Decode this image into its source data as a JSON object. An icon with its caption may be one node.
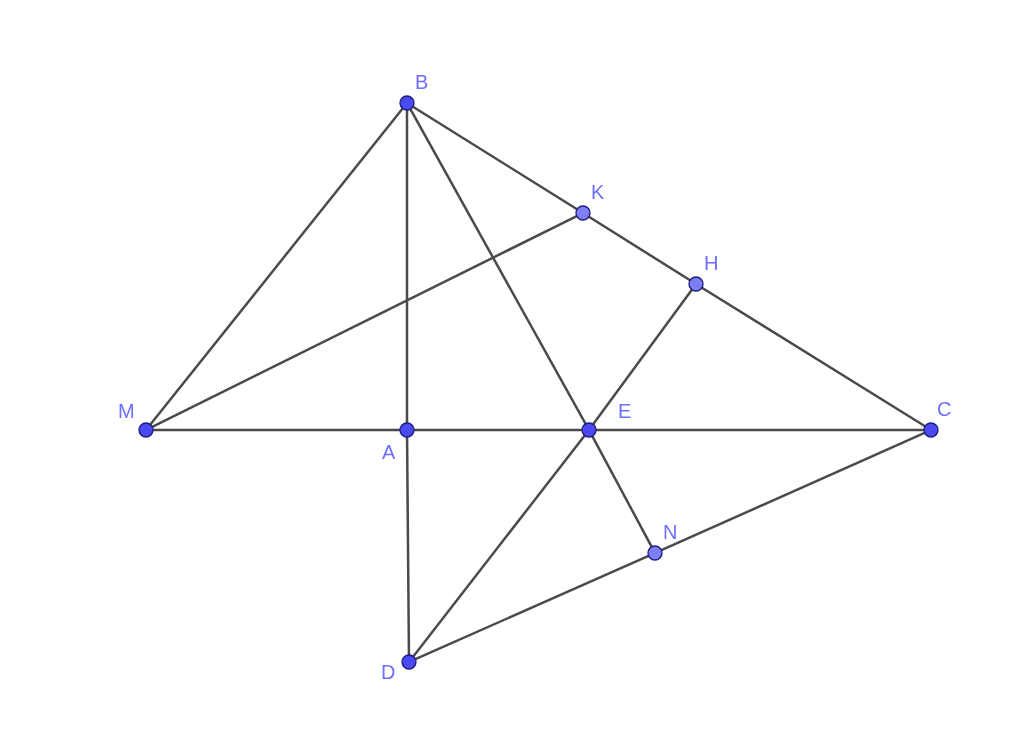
{
  "diagram": {
    "nodes": [
      {
        "text": [],
        "shape": "circle",
        "beside": [
          "B"
        ]
      },
      {
        "text": [],
        "shape": "circle",
        "beside": [
          "K"
        ]
      },
      {
        "text": [],
        "shape": "circle",
        "beside": [
          "H"
        ]
      },
      {
        "text": [],
        "shape": "circle",
        "beside": [
          "M"
        ]
      },
      {
        "text": [],
        "shape": "circle",
        "beside": [
          "A"
        ]
      },
      {
        "text": [],
        "shape": "circle",
        "beside": [
          "E"
        ]
      },
      {
        "text": [],
        "shape": "circle",
        "beside": [
          "C"
        ]
      },
      {
        "text": [],
        "shape": "circle",
        "beside": [
          "N"
        ]
      },
      {
        "text": [],
        "shape": "circle",
        "beside": [
          "D"
        ]
      }
    ],
    "edges": [
      {
        "from": 0,
        "to": 3,
        "arrow": "none"
      },
      {
        "from": 0,
        "to": 4,
        "arrow": "none"
      },
      {
        "from": 0,
        "to": 5,
        "arrow": "none"
      },
      {
        "from": 0,
        "to": 1,
        "arrow": "none"
      },
      {
        "from": 1,
        "to": 2,
        "arrow": "none"
      },
      {
        "from": 2,
        "to": 6,
        "arrow": "none"
      },
      {
        "from": 3,
        "to": 1,
        "arrow": "none"
      },
      {
        "from": 3,
        "to": 4,
        "arrow": "none"
      },
      {
        "from": 4,
        "to": 5,
        "arrow": "none"
      },
      {
        "from": 5,
        "to": 6,
        "arrow": "none"
      },
      {
        "from": 4,
        "to": 8,
        "arrow": "none"
      },
      {
        "from": 8,
        "to": 5,
        "arrow": "none"
      },
      {
        "from": 5,
        "to": 2,
        "arrow": "none"
      },
      {
        "from": 5,
        "to": 7,
        "arrow": "none"
      },
      {
        "from": 8,
        "to": 7,
        "arrow": "none"
      },
      {
        "from": 7,
        "to": 6,
        "arrow": "none"
      }
    ]
  }
}
